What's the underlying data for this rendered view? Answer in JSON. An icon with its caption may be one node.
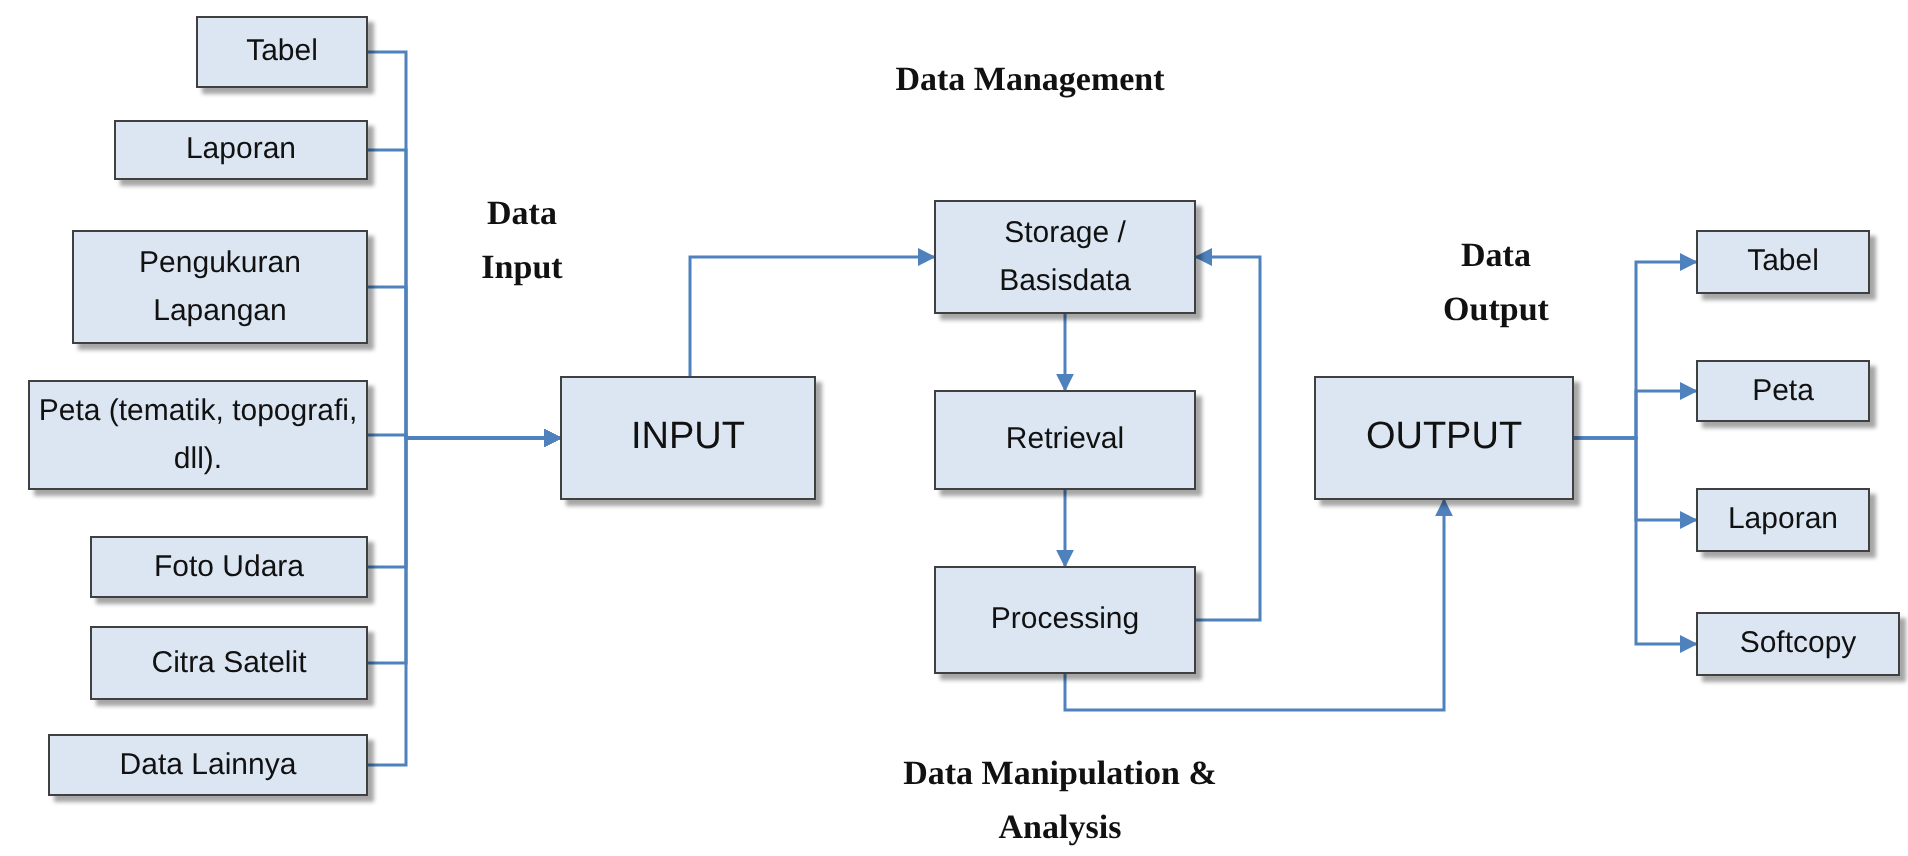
{
  "diagram": {
    "nodes": [
      {
        "text": [
          "Tabel"
        ]
      },
      {
        "text": [
          "Laporan"
        ]
      },
      {
        "text": [
          "Pengukuran Lapangan"
        ]
      },
      {
        "text": [
          "Peta (tematik, topografi, dll)."
        ]
      },
      {
        "text": [
          "Foto Udara"
        ]
      },
      {
        "text": [
          "Citra Satelit"
        ]
      },
      {
        "text": [
          "Data Lainnya"
        ]
      },
      {
        "text": [
          "INPUT"
        ]
      },
      {
        "text": [
          "Storage / Basisdata"
        ]
      },
      {
        "text": [
          "Retrieval"
        ]
      },
      {
        "text": [
          "Processing"
        ]
      },
      {
        "text": [
          "OUTPUT"
        ]
      },
      {
        "text": [
          "Tabel"
        ]
      },
      {
        "text": [
          "Peta"
        ]
      },
      {
        "text": [
          "Laporan"
        ]
      },
      {
        "text": [
          "Softcopy"
        ]
      }
    ],
    "edges": [
      {
        "from": 0,
        "to": 7,
        "arrow": "to"
      },
      {
        "from": 1,
        "to": 7,
        "arrow": "to"
      },
      {
        "from": 2,
        "to": 7,
        "arrow": "to"
      },
      {
        "from": 3,
        "to": 7,
        "arrow": "to"
      },
      {
        "from": 4,
        "to": 7,
        "arrow": "to"
      },
      {
        "from": 5,
        "to": 7,
        "arrow": "to"
      },
      {
        "from": 6,
        "to": 7,
        "arrow": "to"
      },
      {
        "from": 7,
        "to": 8,
        "arrow": "to"
      },
      {
        "from": 8,
        "to": 9,
        "arrow": "to"
      },
      {
        "from": 9,
        "to": 10,
        "arrow": "to"
      },
      {
        "from": 10,
        "to": 8,
        "arrow": "to"
      },
      {
        "from": 10,
        "to": 11,
        "arrow": "to"
      },
      {
        "from": 11,
        "to": 12,
        "arrow": "to"
      },
      {
        "from": 11,
        "to": 13,
        "arrow": "to"
      },
      {
        "from": 11,
        "to": 14,
        "arrow": "to"
      },
      {
        "from": 11,
        "to": 15,
        "arrow": "to"
      }
    ],
    "labels": [
      "Data Input",
      "Data Management",
      "Data Output",
      "Data Manipulation & Analysis"
    ]
  }
}
